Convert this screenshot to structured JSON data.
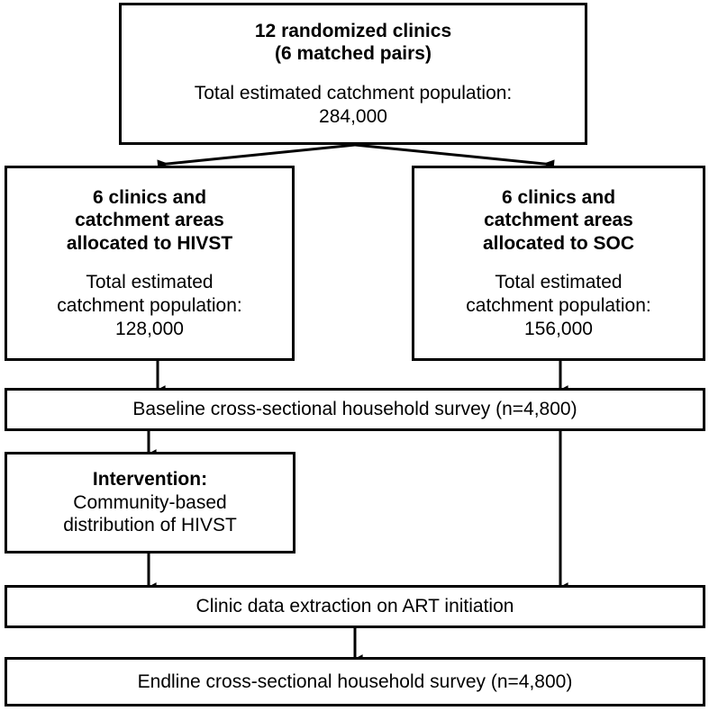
{
  "diagram": {
    "type": "flowchart",
    "title": "Cluster randomized trial flow diagram",
    "colors": {
      "box_border": "#000000",
      "box_fill": "#ffffff",
      "connector": "#000000",
      "text": "#000000"
    }
  },
  "nodes": {
    "randomized": {
      "heading_line1": "12 randomized clinics",
      "heading_line2": "(6 matched pairs)",
      "body_line1": "Total estimated catchment population:",
      "body_line2": "284,000",
      "population": "284,000"
    },
    "hivst": {
      "heading_line1": "6 clinics and",
      "heading_line2": "catchment areas",
      "heading_line3": "allocated to HIVST",
      "body_line1": "Total estimated",
      "body_line2": "catchment population:",
      "body_line3": "128,000",
      "population": "128,000"
    },
    "soc": {
      "heading_line1": "6 clinics and",
      "heading_line2": "catchment areas",
      "heading_line3": "allocated to SOC",
      "body_line1": "Total estimated",
      "body_line2": "catchment population:",
      "body_line3": "156,000",
      "population": "156,000"
    },
    "baseline": {
      "label": "Baseline cross-sectional household survey (n=4,800)",
      "sample_size": "4,800"
    },
    "intervention": {
      "heading": "Intervention:",
      "body_line1": "Community-based",
      "body_line2": "distribution of HIVST"
    },
    "clinic_extraction": {
      "label": "Clinic data extraction on ART initiation"
    },
    "endline": {
      "label": "Endline cross-sectional household survey (n=4,800)",
      "sample_size": "4,800"
    }
  },
  "connectors": [
    {
      "name": "randomized-to-hivst",
      "from": "randomized",
      "to": "hivst",
      "style": "diagonal-arrow-left"
    },
    {
      "name": "randomized-to-soc",
      "from": "randomized",
      "to": "soc",
      "style": "diagonal-arrow-right"
    },
    {
      "name": "hivst-to-baseline",
      "from": "hivst",
      "to": "baseline",
      "style": "vertical-arrow"
    },
    {
      "name": "soc-to-baseline",
      "from": "soc",
      "to": "baseline",
      "style": "vertical-arrow"
    },
    {
      "name": "baseline-to-intervention",
      "from": "baseline",
      "to": "intervention",
      "style": "vertical-arrow"
    },
    {
      "name": "baseline-to-clinic",
      "from": "baseline",
      "to": "clinic_extraction",
      "style": "vertical-arrow"
    },
    {
      "name": "intervention-to-clinic",
      "from": "intervention",
      "to": "clinic_extraction",
      "style": "vertical-arrow"
    },
    {
      "name": "clinic-to-endline",
      "from": "clinic_extraction",
      "to": "endline",
      "style": "vertical-arrow"
    }
  ]
}
